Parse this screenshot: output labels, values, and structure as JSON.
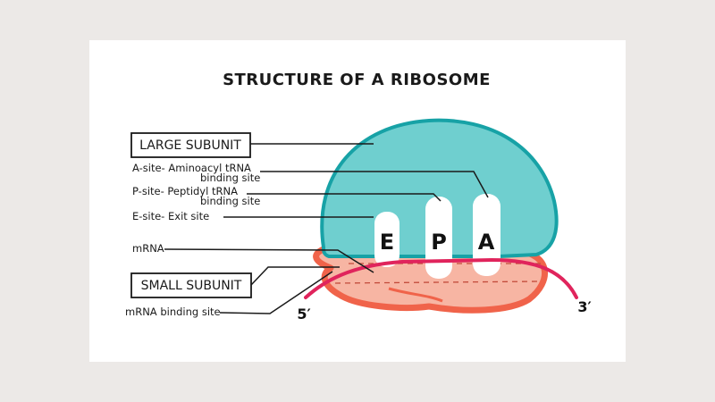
{
  "title": "STRUCTURE OF A RIBOSOME",
  "labels": {
    "large_subunit": "LARGE SUBUNIT",
    "small_subunit": "SMALL SUBUNIT",
    "a_site_line1": "A-site- Aminoacyl tRNA",
    "a_site_line2": "binding site",
    "p_site_line1": "P-site- Peptidyl tRNA",
    "p_site_line2": "binding site",
    "e_site": "E-site- Exit site",
    "mrna": "mRNA",
    "mrna_binding_site": "mRNA binding site"
  },
  "sites": {
    "e": "E",
    "p": "P",
    "a": "A"
  },
  "ends": {
    "five_prime": "5′",
    "three_prime": "3′"
  },
  "colors": {
    "large_subunit_fill": "#6fcfcf",
    "large_subunit_outline": "#17a2a6",
    "small_subunit_fill": "#f7b5a3",
    "small_subunit_outline": "#f0634a",
    "mrna_strand": "#e0245c"
  }
}
